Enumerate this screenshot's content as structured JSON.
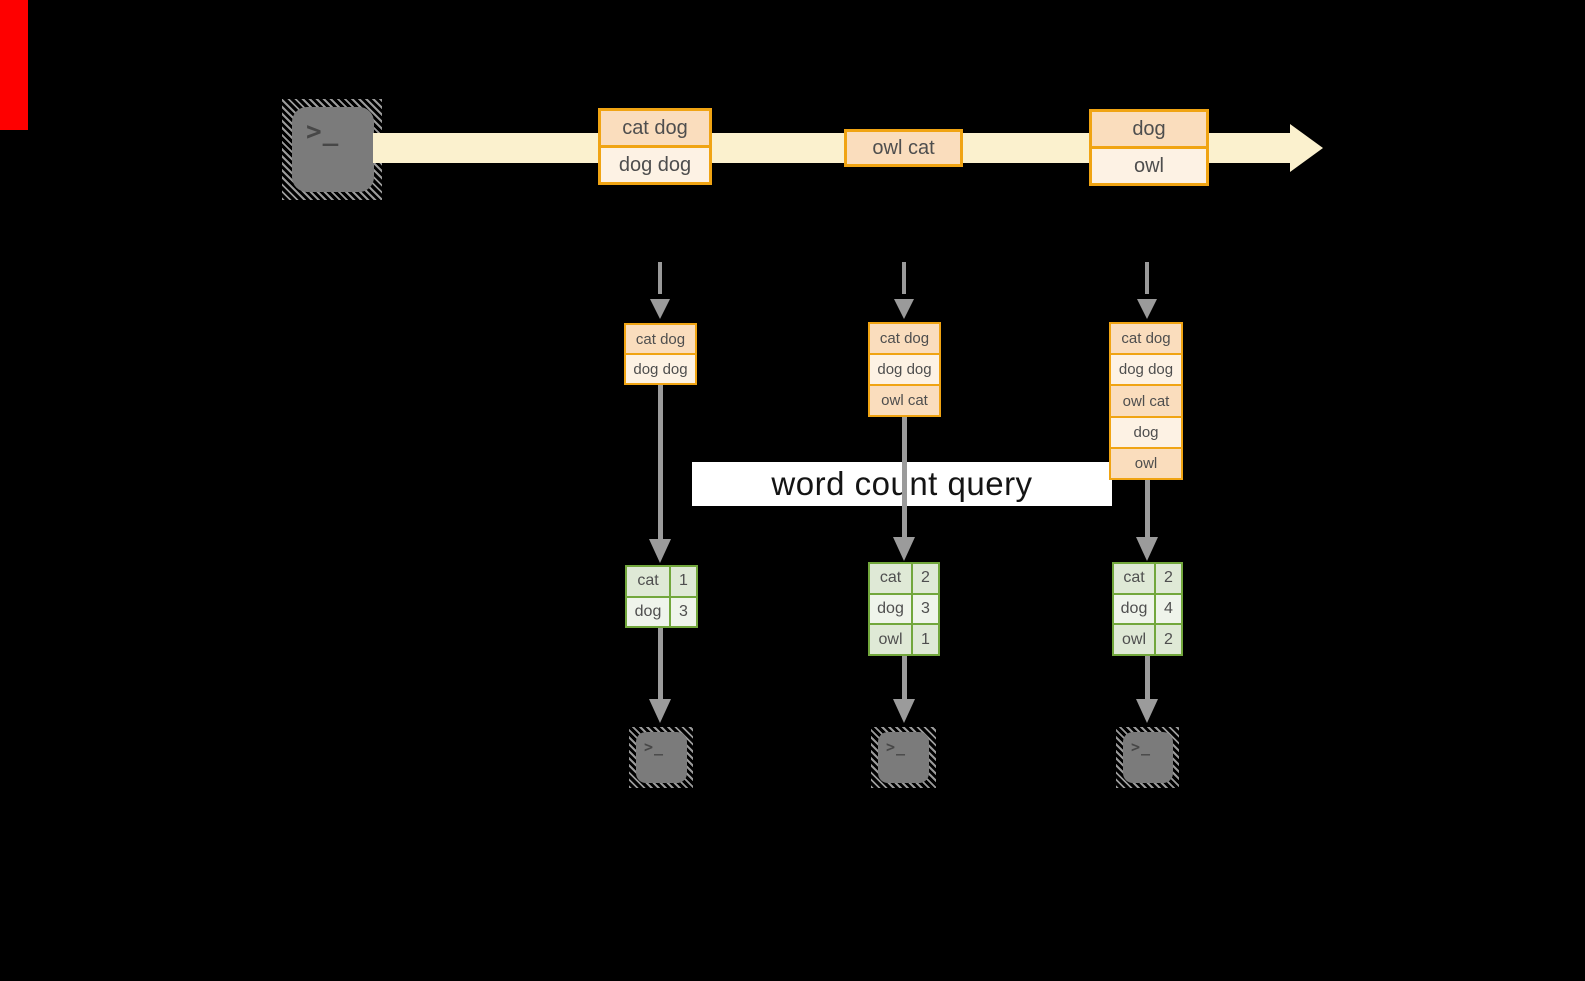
{
  "colors": {
    "background": "#000000",
    "red_marker": "#fe0000",
    "stream_yellow": "#FBF1CE",
    "orange_border": "#F0A413",
    "orange_cell_dark": "#FADDBD",
    "orange_cell_light": "#FDF2E4",
    "green_border": "#72A73C",
    "green_cell_dark": "#DFE9D6",
    "green_cell_light": "#EFF4EB",
    "arrow_gray": "#9b9b9b",
    "terminal_gray": "#7b7b7b"
  },
  "source_terminal": {
    "glyph": ">_"
  },
  "stream": {
    "boxes": [
      {
        "cells": [
          "cat dog",
          "dog dog"
        ]
      },
      {
        "cells": [
          "owl cat"
        ]
      },
      {
        "cells": [
          "dog",
          "owl"
        ]
      }
    ]
  },
  "query_label": "word count query",
  "columns": [
    {
      "stack": [
        "cat dog",
        "dog dog"
      ],
      "counts": [
        {
          "word": "cat",
          "count": "1"
        },
        {
          "word": "dog",
          "count": "3"
        }
      ],
      "terminal_glyph": ">_"
    },
    {
      "stack": [
        "cat dog",
        "dog dog",
        "owl cat"
      ],
      "counts": [
        {
          "word": "cat",
          "count": "2"
        },
        {
          "word": "dog",
          "count": "3"
        },
        {
          "word": "owl",
          "count": "1"
        }
      ],
      "terminal_glyph": ">_"
    },
    {
      "stack": [
        "cat dog",
        "dog dog",
        "owl cat",
        "dog",
        "owl"
      ],
      "counts": [
        {
          "word": "cat",
          "count": "2"
        },
        {
          "word": "dog",
          "count": "4"
        },
        {
          "word": "owl",
          "count": "2"
        }
      ],
      "terminal_glyph": ">_"
    }
  ]
}
